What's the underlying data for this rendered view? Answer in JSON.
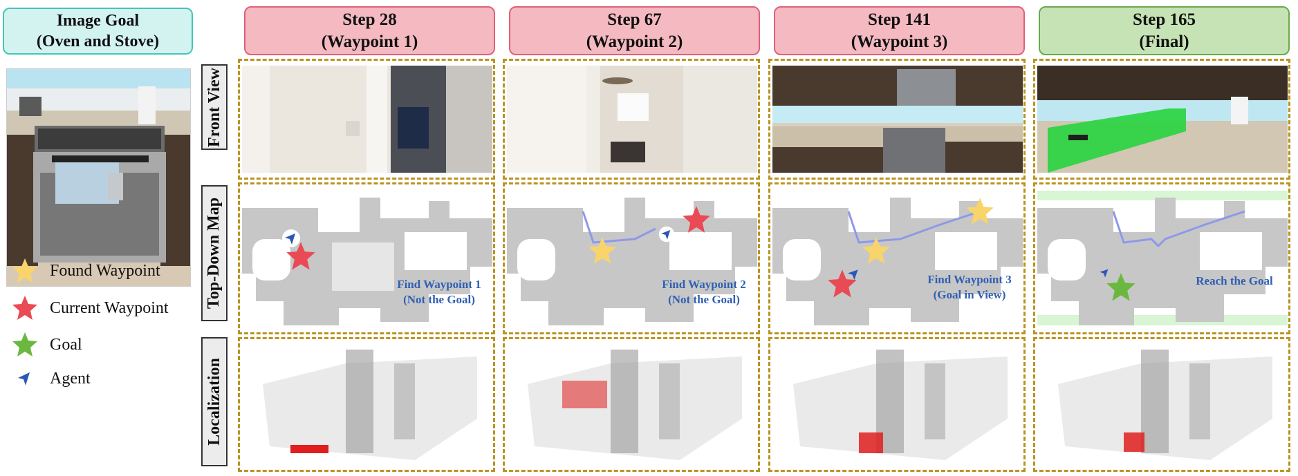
{
  "goal": {
    "title_line1": "Image Goal",
    "title_line2": "(Oven and Stove)"
  },
  "steps": [
    {
      "line1": "Step 28",
      "line2": "(Waypoint 1)",
      "status": "red"
    },
    {
      "line1": "Step 67",
      "line2": "(Waypoint 2)",
      "status": "red"
    },
    {
      "line1": "Step 141",
      "line2": "(Waypoint 3)",
      "status": "red"
    },
    {
      "line1": "Step 165",
      "line2": "(Final)",
      "status": "green"
    }
  ],
  "row_labels": {
    "front": "Front View",
    "map": "Top-Down Map",
    "loc": "Localization"
  },
  "map_captions": [
    {
      "line1": "Find Waypoint 1",
      "line2": "(Not the Goal)"
    },
    {
      "line1": "Find Waypoint 2",
      "line2": "(Not the Goal)"
    },
    {
      "line1": "Find Waypoint 3",
      "line2": "(Goal in View)"
    },
    {
      "line1": "Reach the Goal",
      "line2": ""
    }
  ],
  "legend": [
    {
      "label": "Found Waypoint",
      "icon": "star-icon",
      "color": "#f9d46b"
    },
    {
      "label": "Current Waypoint",
      "icon": "star-icon",
      "color": "#ea4a54"
    },
    {
      "label": "Goal",
      "icon": "star-icon",
      "color": "#6bb840"
    },
    {
      "label": "Agent",
      "icon": "arrow-icon",
      "color": "#2b57b8"
    }
  ],
  "colors": {
    "dashed_border": "#b8931f",
    "step_red_bg": "#f4b9c1",
    "step_green_bg": "#c6e3b5",
    "goal_bg": "#d3f3f1",
    "caption_blue": "#2f5fb3"
  }
}
